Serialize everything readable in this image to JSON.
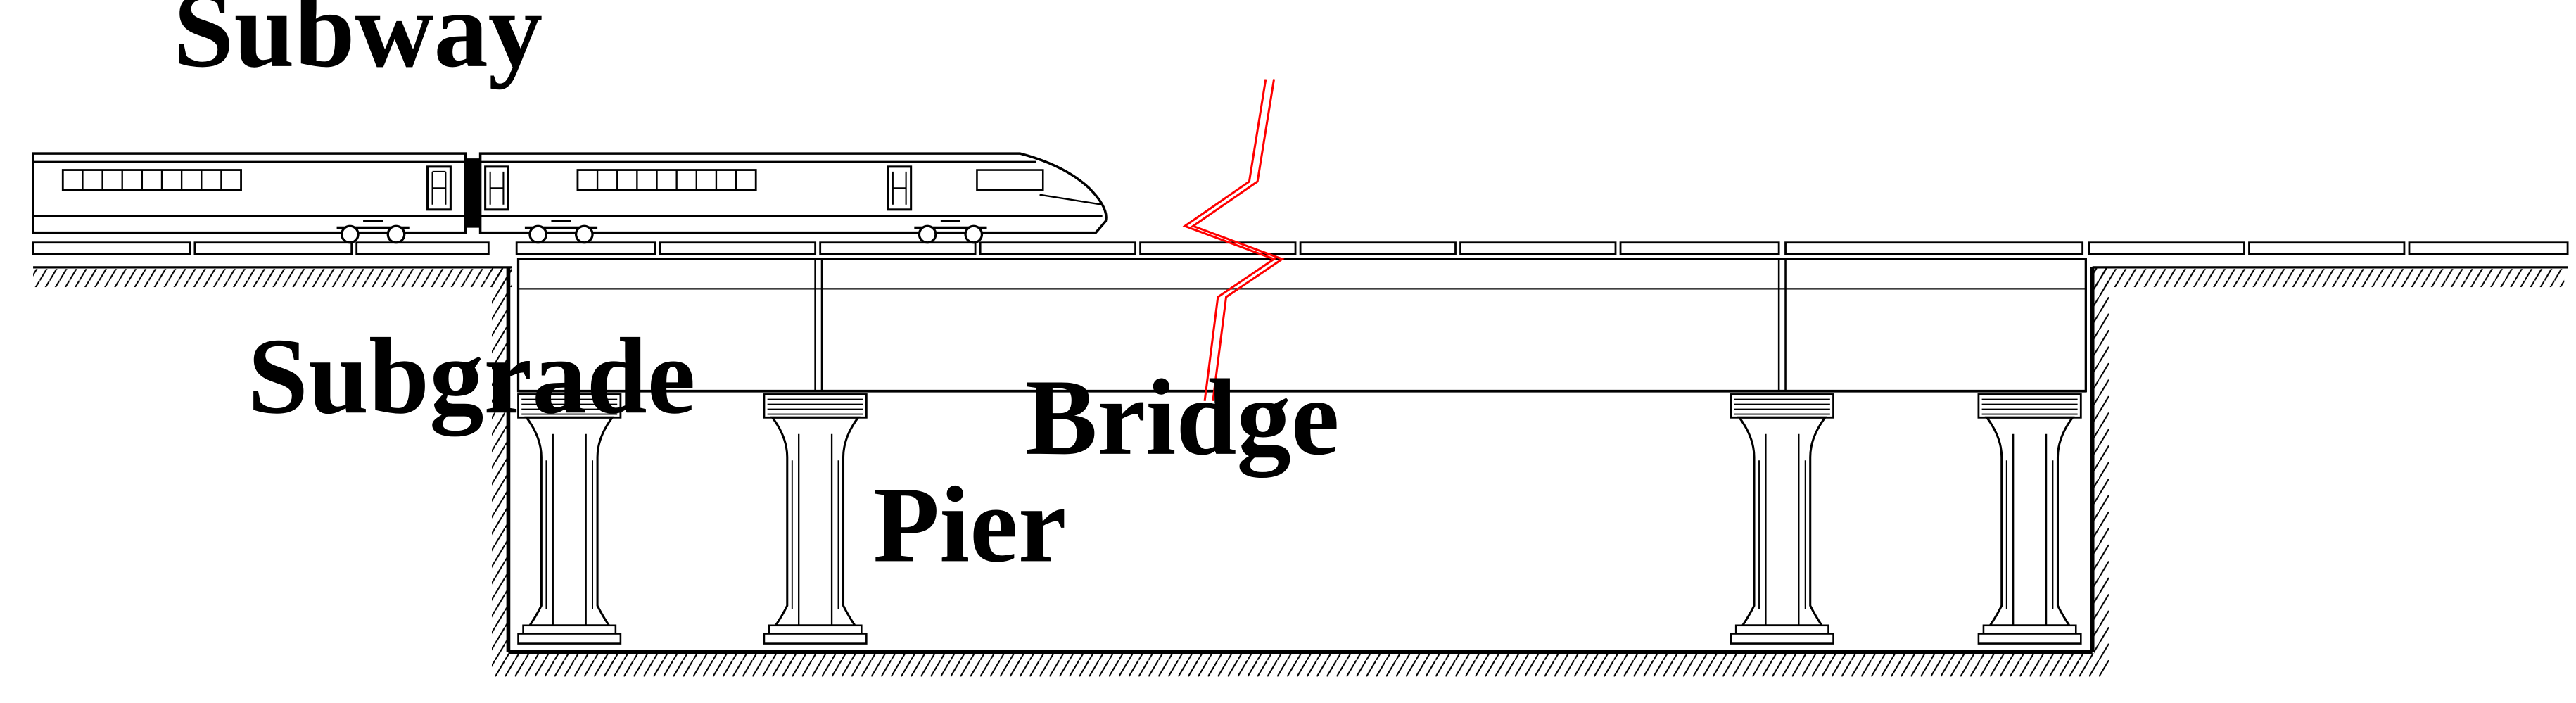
{
  "labels": {
    "subway": "Subway",
    "subgrade": "Subgrade",
    "bridge": "Bridge",
    "pier": "Pier"
  },
  "colors": {
    "line": "#000000",
    "crack": "#ff0000",
    "background": "#ffffff"
  },
  "icons": {
    "train": "subway-train",
    "break": "break-symbol"
  }
}
